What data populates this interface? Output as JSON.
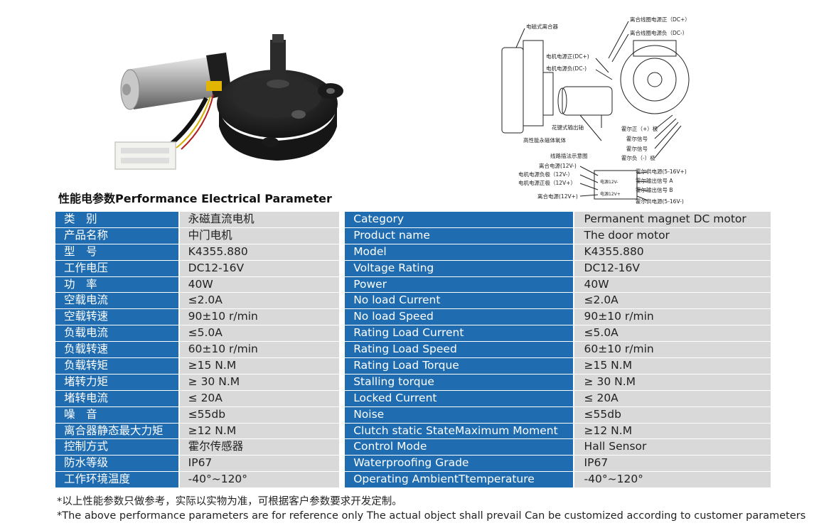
{
  "section_title": "性能电参数Performance Electrical Parameter",
  "diagram": {
    "labels": [
      "电磁式离合器",
      "离合线圈电源正（DC+）",
      "离合线圈电源负（DC-）",
      "电机电源正(DC+)",
      "电机电源负(DC-)",
      "花键式输出轴",
      "霍尔正（+）极",
      "高性能永磁体氧体",
      "霍尔信号",
      "霍尔信号",
      "霍尔负（-）极"
    ],
    "wiring_title": "线路插法示意图",
    "wiring_left": [
      "离合电源(12V-)",
      "电机电源负极（12V-）",
      "电机电源正极（12V+）",
      "离合电源(12V+)"
    ],
    "wiring_right": [
      "霍尔供电源(5-16V+)",
      "霍尔输出信号 A",
      "霍尔输出信号 B",
      "霍尔供电源(5-16V-)"
    ],
    "connector_texts": [
      "电源12V-",
      "电源12V+"
    ]
  },
  "rows": [
    {
      "cn": "类　别",
      "cn_val": "永磁直流电机",
      "en": "Category",
      "en_val": "Permanent magnet DC motor"
    },
    {
      "cn": "产品名称",
      "cn_val": "中门电机",
      "en": "Product name",
      "en_val": "The door motor"
    },
    {
      "cn": "型　号",
      "cn_val": "K4355.880",
      "en": "Model",
      "en_val": "K4355.880"
    },
    {
      "cn": "工作电压",
      "cn_val": "DC12-16V",
      "en": "Voltage Rating",
      "en_val": "DC12-16V"
    },
    {
      "cn": "功　率",
      "cn_val": "40W",
      "en": "Power",
      "en_val": "40W"
    },
    {
      "cn": "空载电流",
      "cn_val": "≤2.0A",
      "en": "No load Current",
      "en_val": "≤2.0A"
    },
    {
      "cn": "空载转速",
      "cn_val": "90±10 r/min",
      "en": "No load Speed",
      "en_val": "90±10 r/min"
    },
    {
      "cn": "负载电流",
      "cn_val": "≤5.0A",
      "en": "Rating Load Current",
      "en_val": "≤5.0A"
    },
    {
      "cn": "负载转速",
      "cn_val": "60±10 r/min",
      "en": "Rating Load Speed",
      "en_val": "60±10 r/min"
    },
    {
      "cn": "负载转矩",
      "cn_val": "≥15 N.M",
      "en": "Rating Load Torque",
      "en_val": "≥15 N.M"
    },
    {
      "cn": "堵转力矩",
      "cn_val": "≥ 30 N.M",
      "en": "Stalling torque",
      "en_val": "≥ 30 N.M"
    },
    {
      "cn": "堵转电流",
      "cn_val": "≤ 20A",
      "en": "Locked Current",
      "en_val": "≤ 20A"
    },
    {
      "cn": "噪　音",
      "cn_val": "≤55db",
      "en": "Noise",
      "en_val": "≤55db"
    },
    {
      "cn": "离合器静态最大力矩",
      "cn_val": "≥12 N.M",
      "en": "Clutch static StateMaximum Moment",
      "en_val": "≥12 N.M"
    },
    {
      "cn": "控制方式",
      "cn_val": "霍尔传感器",
      "en": "Control Mode",
      "en_val": "Hall Sensor"
    },
    {
      "cn": "防水等级",
      "cn_val": "IP67",
      "en": "Waterproofing Grade",
      "en_val": "IP67"
    },
    {
      "cn": "工作环境温度",
      "cn_val": "-40°~120°",
      "en": "Operating AmbientTtemperature",
      "en_val": "-40°~120°"
    }
  ],
  "notes": {
    "cn": "*以上性能参数只做参考，实际以实物为准，可根据客户参数要求开发定制。",
    "en": "*The above performance parameters are for reference only The actual object shall prevail Can be customized according to customer parameters"
  }
}
